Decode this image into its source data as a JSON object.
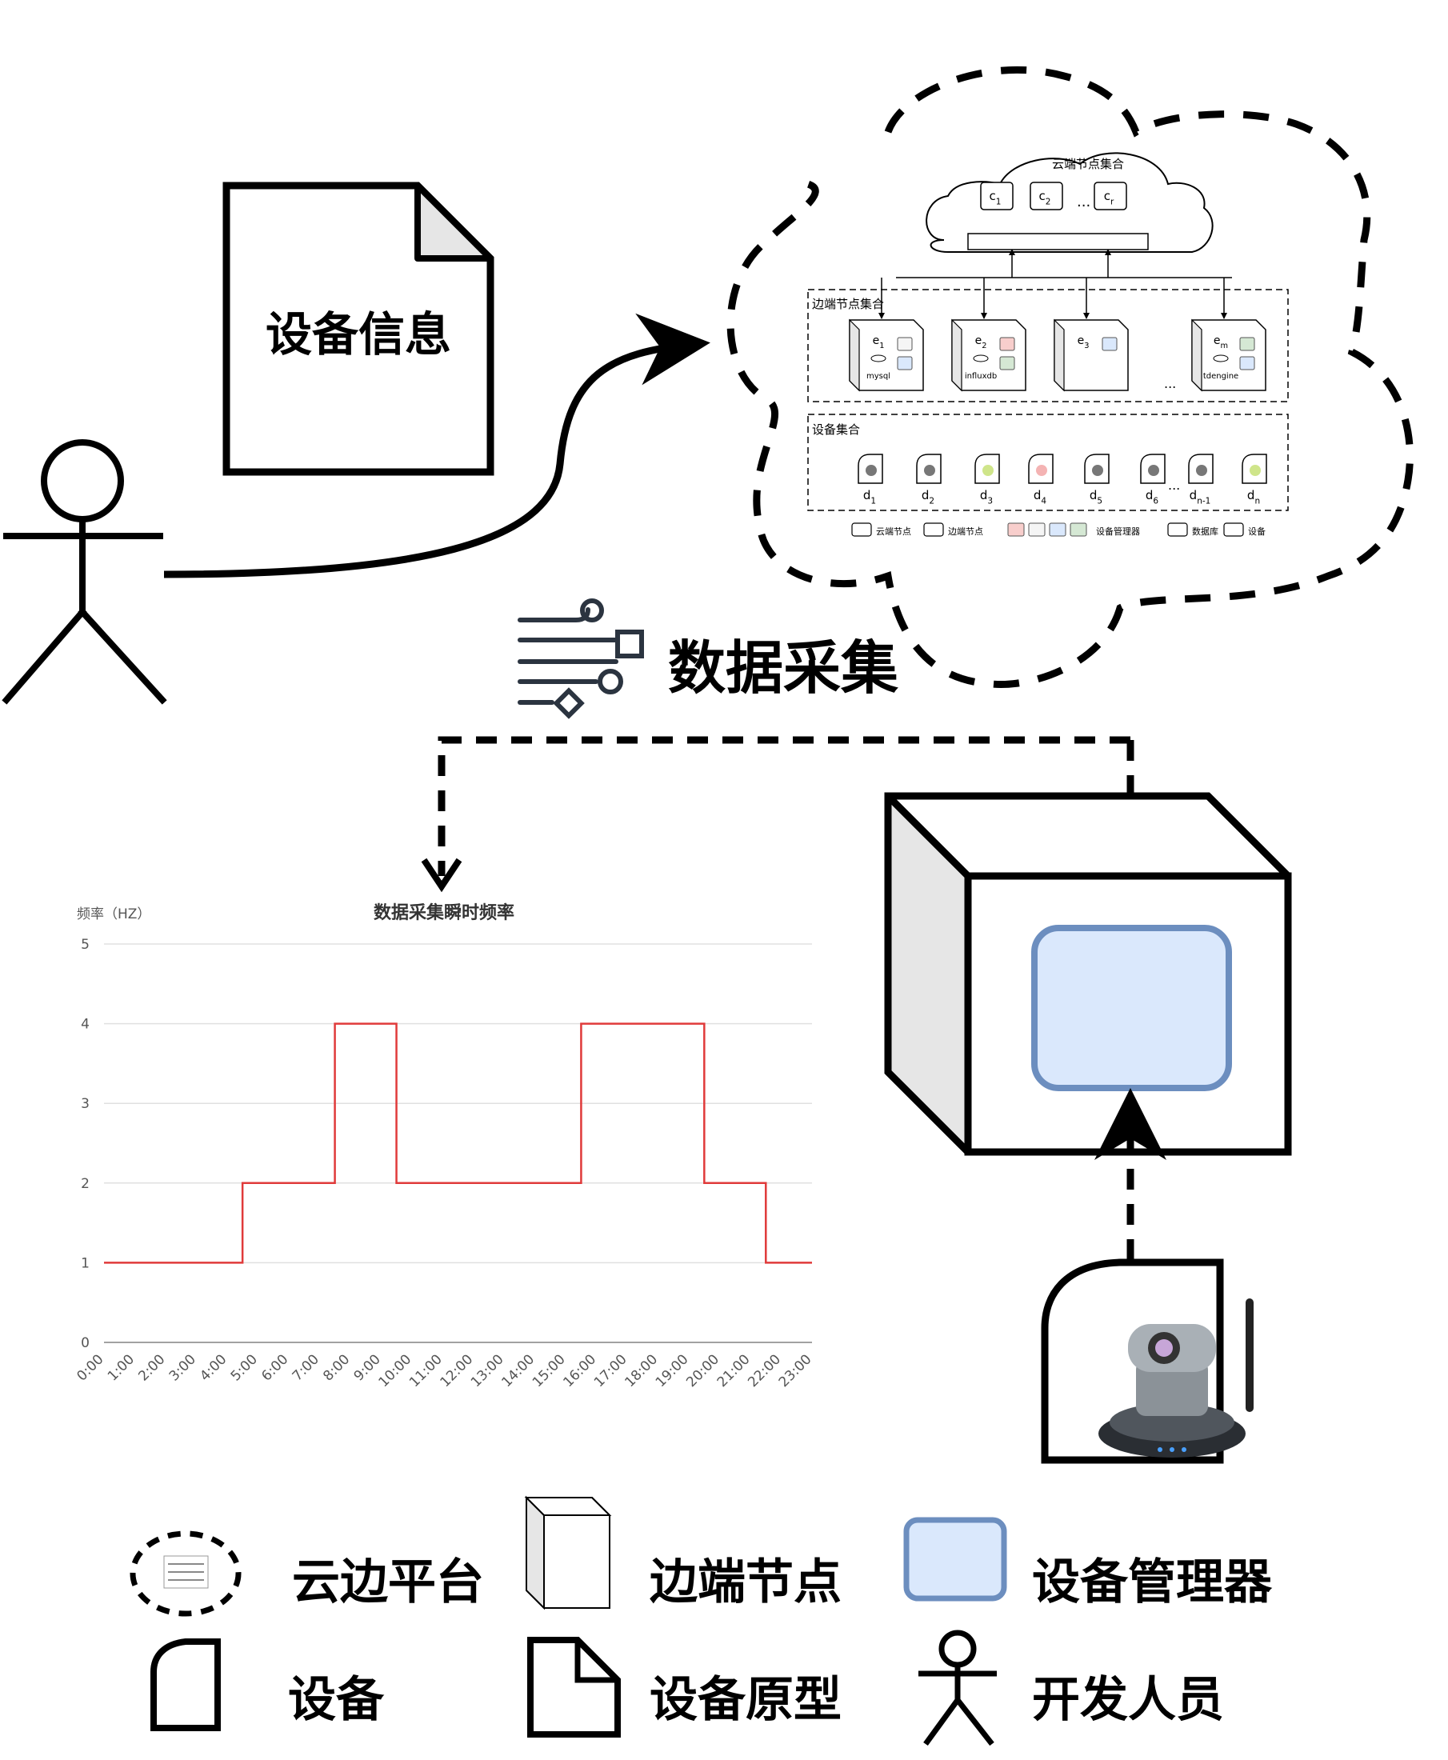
{
  "doc_card": {
    "label": "设备信息"
  },
  "flow_label": "数据采集",
  "platform": {
    "cloud_title": "云端节点集合",
    "cloud_nodes": [
      "c",
      "c",
      "...",
      "c"
    ],
    "cloud_node_subs": [
      "1",
      "2",
      "",
      "r"
    ],
    "edge_title": "边端节点集合",
    "edge_nodes": [
      {
        "name": "e",
        "sub": "1",
        "db": "mysql"
      },
      {
        "name": "e",
        "sub": "2",
        "db": "influxdb"
      },
      {
        "name": "e",
        "sub": "3",
        "db": ""
      },
      {
        "name": "e",
        "sub": "m",
        "db": "tdengine"
      }
    ],
    "edge_ellipsis": "...",
    "device_title": "设备集合",
    "devices": [
      {
        "name": "d",
        "sub": "1"
      },
      {
        "name": "d",
        "sub": "2"
      },
      {
        "name": "d",
        "sub": "3"
      },
      {
        "name": "d",
        "sub": "4"
      },
      {
        "name": "d",
        "sub": "5"
      },
      {
        "name": "d",
        "sub": "6"
      },
      {
        "name": "d",
        "sub": "n-1"
      },
      {
        "name": "d",
        "sub": "n"
      }
    ],
    "device_ellipsis": "...",
    "mini_legend": [
      "云端节点",
      "边端节点",
      "设备管理器",
      "数据库",
      "设备"
    ]
  },
  "chart_data": {
    "type": "line",
    "title": "数据采集瞬时频率",
    "ylabel": "频率（HZ）",
    "xlabel": "",
    "ylim": [
      0,
      5
    ],
    "yticks": [
      "0",
      "1",
      "2",
      "3",
      "4",
      "5"
    ],
    "step": true,
    "x": [
      "0:00",
      "1:00",
      "2:00",
      "3:00",
      "4:00",
      "5:00",
      "6:00",
      "7:00",
      "8:00",
      "9:00",
      "10:00",
      "11:00",
      "12:00",
      "13:00",
      "14:00",
      "15:00",
      "16:00",
      "17:00",
      "18:00",
      "19:00",
      "20:00",
      "21:00",
      "22:00",
      "23:00"
    ],
    "series": [
      {
        "color": "#e03a3a",
        "values": [
          1,
          1,
          1,
          1,
          1,
          2,
          2,
          2,
          4,
          4,
          2,
          2,
          2,
          2,
          2,
          2,
          4,
          4,
          4,
          4,
          2,
          2,
          1,
          1
        ]
      }
    ]
  },
  "legend": [
    {
      "icon": "cloud-edge-platform-icon",
      "label": "云边平台"
    },
    {
      "icon": "edge-node-cube-icon",
      "label": "边端节点"
    },
    {
      "icon": "device-manager-icon",
      "label": "设备管理器"
    },
    {
      "icon": "device-shape-icon",
      "label": "设备"
    },
    {
      "icon": "device-prototype-icon",
      "label": "设备原型"
    },
    {
      "icon": "developer-icon",
      "label": "开发人员"
    }
  ],
  "colors": {
    "manager_fill": "#dae8fc",
    "manager_stroke": "#6c8ebf",
    "chart_line": "#e03a3a",
    "cube_side": "#e6e6e6",
    "grid": "#e0e0e0"
  }
}
